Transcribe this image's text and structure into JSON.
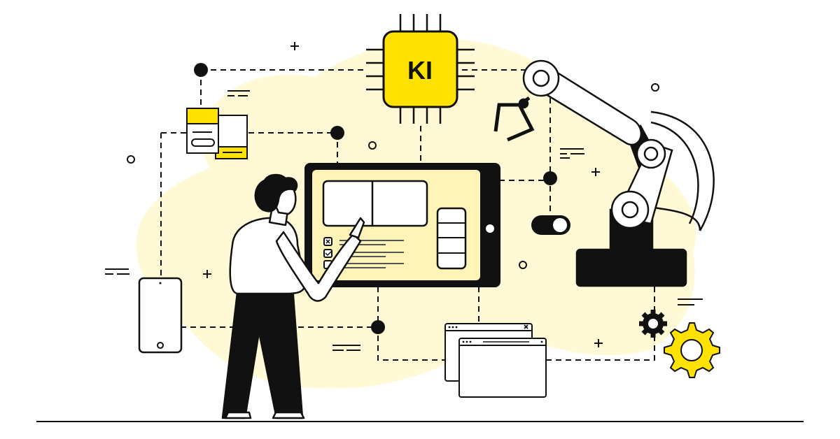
{
  "illustration": {
    "title": "AI automation concept illustration",
    "chip_label": "KI",
    "colors": {
      "accent_yellow": "#FFE200",
      "blob_cream": "#FFF9D6",
      "screen_cream": "#FFF4B8",
      "ink": "#111111",
      "paper": "#FFFFFF"
    },
    "elements": [
      "ai-chip",
      "tablet-dashboard",
      "robot-arm",
      "person-pointing",
      "smartphone",
      "browser-windows",
      "gears",
      "toggle-switch",
      "document-cards"
    ]
  }
}
